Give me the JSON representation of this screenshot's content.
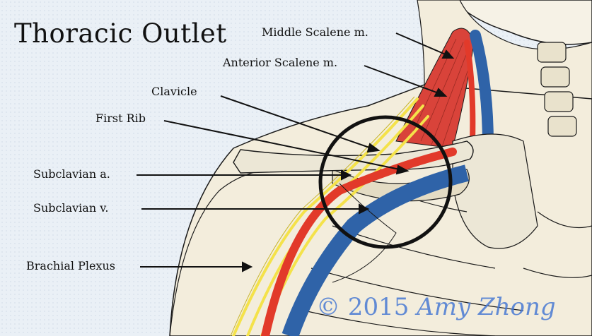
{
  "title": "Thoracic Outlet",
  "labels": {
    "middle_scalene": "Middle Scalene m.",
    "anterior_scalene": "Anterior Scalene m.",
    "clavicle": "Clavicle",
    "first_rib": "First Rib",
    "subclavian_a": "Subclavian a.",
    "subclavian_v": "Subclavian v.",
    "brachial_plexus": "Brachial Plexus"
  },
  "copyright": {
    "text": "© 2015",
    "signature": "Amy Zhong"
  },
  "colors": {
    "background": "#eef3f8",
    "skin": "#f3eddc",
    "muscle": "#d9433a",
    "artery": "#e23a2a",
    "vein": "#2f63a8",
    "nerve": "#f4e24a",
    "bone": "#ece7d6",
    "outline": "#1a1a1a"
  }
}
